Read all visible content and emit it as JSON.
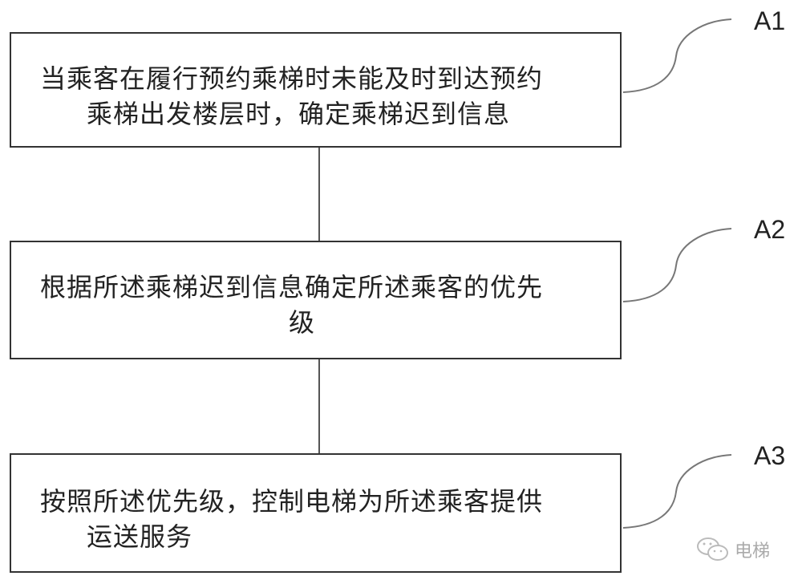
{
  "steps": [
    {
      "id": "A1",
      "lines": [
        "当乘客在履行预约乘梯时未能及时到达预约",
        "乘梯出发楼层时，确定乘梯迟到信息"
      ]
    },
    {
      "id": "A2",
      "lines": [
        "根据所述乘梯迟到信息确定所述乘客的优先",
        "级"
      ]
    },
    {
      "id": "A3",
      "lines": [
        "按照所述优先级，控制电梯为所述乘客提供",
        "运送服务"
      ]
    }
  ],
  "watermark": {
    "icon": "wechat-icon",
    "text": "电梯"
  }
}
